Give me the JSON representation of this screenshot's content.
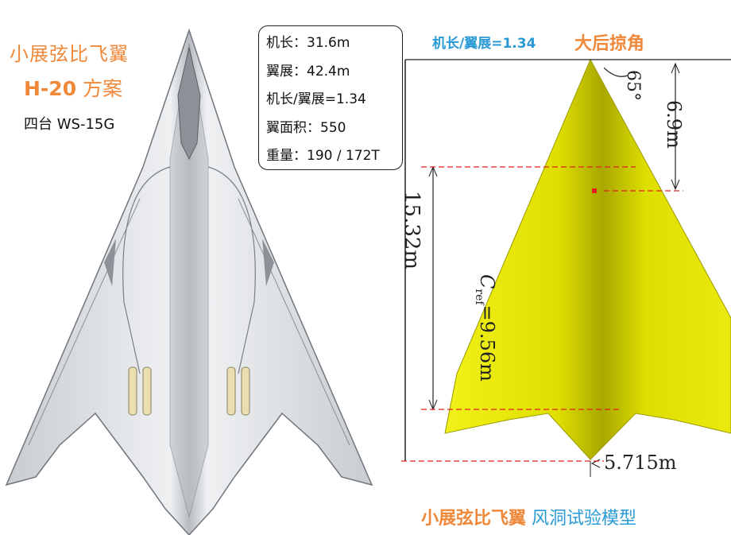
{
  "left": {
    "title": "小展弦比飞翼",
    "model": "H-20",
    "model_suffix": " 方案",
    "engines": "四台 WS-15G"
  },
  "specs": [
    {
      "label": "机长",
      "value": "31.6m"
    },
    {
      "label": "翼展",
      "value": "42.4m"
    },
    {
      "label": "机长/翼展",
      "value": "=1.34"
    },
    {
      "label": "翼面积",
      "value": "550"
    },
    {
      "label": "重量",
      "value": "190 / 172T"
    }
  ],
  "right": {
    "ratio": "机长/翼展=1.34",
    "sweep": "大后掠角",
    "angle": "65°",
    "dim_nose": "6.9m",
    "dim_cref": "=9.56m",
    "dim_length": "15.32m",
    "dim_tail": "5.715m",
    "caption_main": "小展弦比飞翼",
    "caption_sub": " 风洞试验模型"
  },
  "colors": {
    "accent_orange": "#f0883a",
    "accent_blue": "#2a9ad6",
    "model_yellow": "#e0e000",
    "aircraft_grey": "#d6d9dc"
  }
}
